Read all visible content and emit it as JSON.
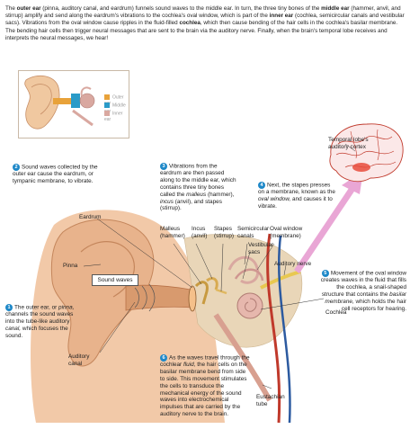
{
  "intro": {
    "p1": "The ",
    "outer_ear": "outer ear",
    "p2": " (pinna, auditory canal, and eardrum) funnels sound waves to the middle ear. In turn, the three tiny bones of the ",
    "middle_ear": "middle ear",
    "p3": " (hammer, anvil, and stirrup) amplify and send along the eardrum's vibrations to the cochlea's oval window, which is part of the ",
    "inner_ear": "inner ear",
    "p4": " (cochlea, semicircular canals and vestibular sacs). Vibrations from the oval window cause ripples in the fluid-filled ",
    "cochlea": "cochlea",
    "p5": ", which then cause bending of the hair cells in the cochlea's basilar membrane. The bending hair cells then trigger neural messages that are sent to the brain via the auditory nerve. Finally, when the brain's temporal lobe receives and interprets the neural messages, we hear!"
  },
  "inset_legend": [
    {
      "label": "Outer ear",
      "color": "#e8a23a"
    },
    {
      "label": "Middle ear",
      "color": "#2b9bc8"
    },
    {
      "label": "Inner ear",
      "color": "#d9a8a0"
    }
  ],
  "labels": {
    "temporal_lobe": "Temporal lobe's auditory cortex",
    "eardrum": "Eardrum",
    "malleus": "Malleus (hammer)",
    "incus": "Incus (anvil)",
    "stapes": "Stapes (stirrup)",
    "semicircular": "Semicircular canals",
    "oval_window": "Oval window (membrane)",
    "vestibular": "Vestibular sacs",
    "auditory_nerve": "Auditory nerve",
    "pinna": "Pinna",
    "sound_waves": "Sound waves",
    "cochlea": "Cochlea",
    "auditory_canal": "Auditory canal",
    "eustachian": "Eustachian tube"
  },
  "steps": {
    "s1_num": "1",
    "s1_a": "The outer ear, or ",
    "s1_b": "pinna,",
    "s1_c": " channels the sound waves into the tube-like auditory ",
    "s1_d": "canal,",
    "s1_e": " which focuses the sound.",
    "s2_num": "2",
    "s2": "Sound waves collected by the outer ear cause the eardrum, or tympanic membrane, to vibrate.",
    "s3_num": "3",
    "s3_a": "Vibrations from the eardrum are then passed along to the middle ear, which contains three tiny bones called the ",
    "s3_b": "malleus",
    "s3_c": " (hammer), ",
    "s3_d": "incus",
    "s3_e": " (anvil), and stapes (stirrup).",
    "s4_num": "4",
    "s4_a": "Next, the stapes presses on a membrane, known as the ",
    "s4_b": "oval window,",
    "s4_c": " and causes it to vibrate.",
    "s5_num": "5",
    "s5_a": "Movement of the oval window creates waves in the fluid that fills the cochlea, a snail-shaped structure that contains the ",
    "s5_b": "basilar membrane,",
    "s5_c": " which holds the hair cell receptors for hearing.",
    "s6_num": "6",
    "s6_a": "As the waves travel through the cochlear ",
    "s6_b": "fluid,",
    "s6_c": " the hair cells on the basilar membrane bend from side to side. This movement stimulates the cells to transduce the mechanical energy of the sound waves into electrochemical impulses that are carried by the auditory nerve to the brain."
  }
}
